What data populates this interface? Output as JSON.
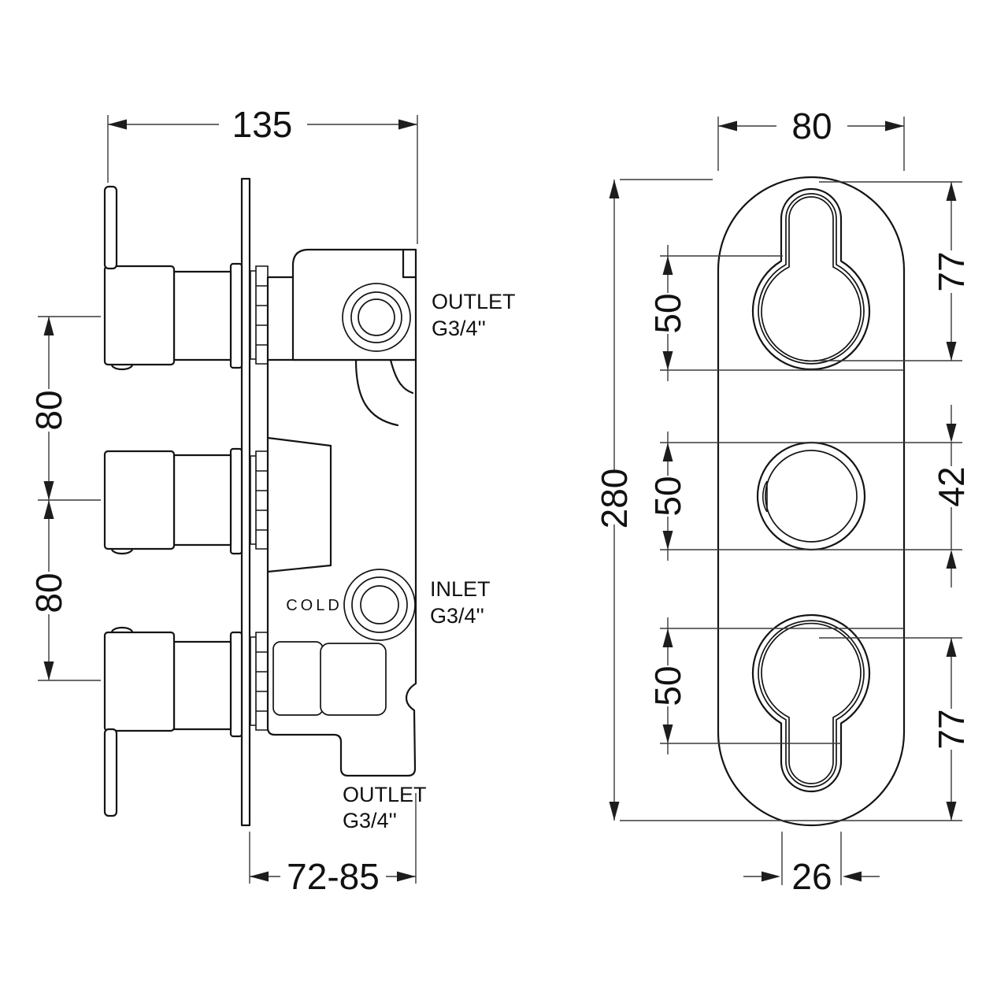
{
  "side_view": {
    "width_dim": "135",
    "spacing_top_dim": "80",
    "spacing_bottom_dim": "80",
    "depth_dim": "72-85",
    "cold_label": "COLD",
    "outlet_top": {
      "l1": "OUTLET",
      "l2": "G3/4''"
    },
    "inlet": {
      "l1": "INLET",
      "l2": "G3/4''"
    },
    "outlet_bottom": {
      "l1": "OUTLET",
      "l2": "G3/4''"
    }
  },
  "front_view": {
    "width_dim": "80",
    "height_dim": "280",
    "top_offset_dim": "77",
    "top_hole_dim": "50",
    "mid_hole_dim": "50",
    "bottom_hole_dim": "50",
    "mid_diameter_dim": "42",
    "bottom_offset_dim": "77",
    "slot_width_dim": "26"
  },
  "colors": {
    "ink": "#141414",
    "dim_line": "#3a3a3a",
    "background": "#ffffff"
  }
}
